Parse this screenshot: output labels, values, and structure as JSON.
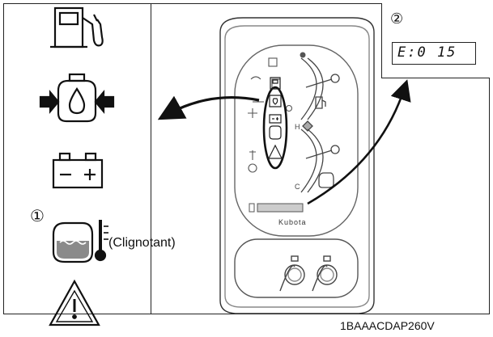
{
  "callouts": {
    "one": "①",
    "two": "②"
  },
  "blink_label": "(Clignotant)",
  "lcd_readout": "E:0 15",
  "brand": "Kubota",
  "caption": "1BAAACDAP260V",
  "icons": [
    "fuel-pump-icon",
    "oil-pressure-icon",
    "battery-charge-icon",
    "coolant-temperature-icon",
    "warning-triangle-icon"
  ]
}
